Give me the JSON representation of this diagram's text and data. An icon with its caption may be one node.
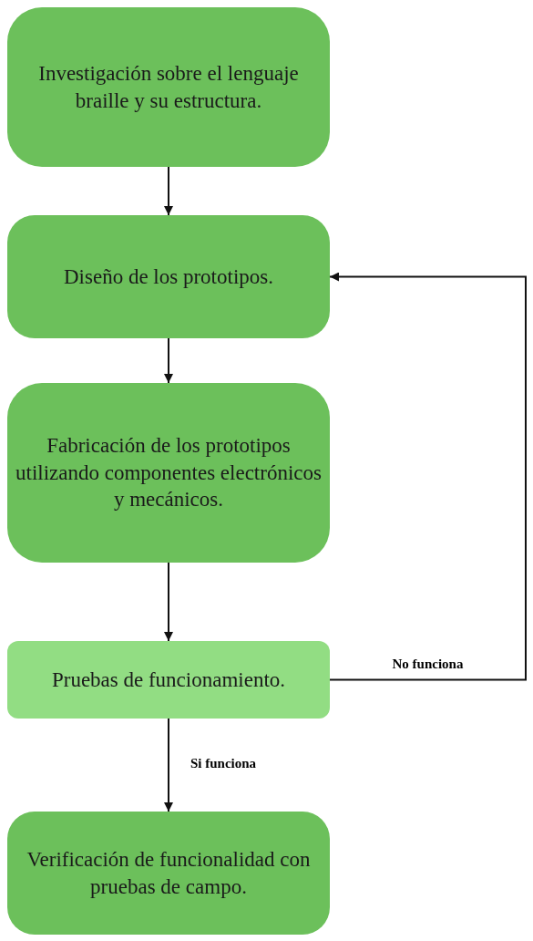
{
  "diagram": {
    "nodes": [
      {
        "text": [
          "Investigación sobre el lenguaje braille y su estructura."
        ]
      },
      {
        "text": [
          "Diseño de los prototipos."
        ]
      },
      {
        "text": [
          "Fabricación de los prototipos utilizando componentes electrónicos y mecánicos."
        ]
      },
      {
        "text": [
          "Pruebas de funcionamiento."
        ]
      },
      {
        "text": [
          "Verificación de funcionalidad con pruebas de campo."
        ]
      }
    ],
    "edges": [
      {
        "from": 0,
        "to": 1,
        "arrow": "to"
      },
      {
        "from": 1,
        "to": 2,
        "arrow": "to"
      },
      {
        "from": 2,
        "to": 3,
        "arrow": "to"
      },
      {
        "from": 3,
        "to": 4,
        "arrow": "to",
        "label": "Si funciona"
      },
      {
        "from": 3,
        "to": 1,
        "arrow": "to",
        "label": "No funciona"
      }
    ]
  }
}
